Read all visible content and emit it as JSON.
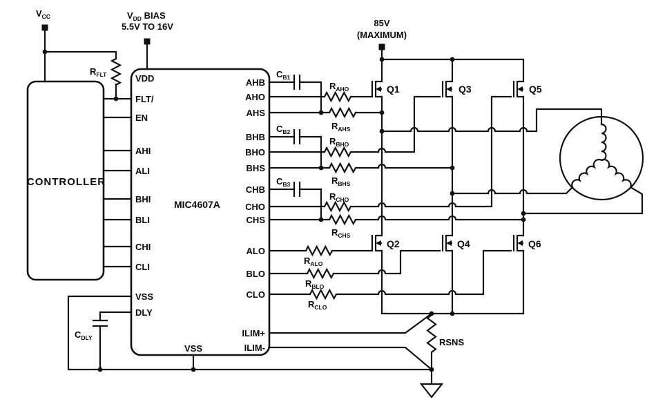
{
  "supplies": {
    "vcc": {
      "sym": "V",
      "sub": "CC"
    },
    "vdd": {
      "sym": "V",
      "sub": "DD",
      "rest": " BIAS",
      "range": "5.5V TO 16V"
    },
    "hv": {
      "value": "85V",
      "qualifier": "(MAXIMUM)"
    }
  },
  "controller": {
    "label": "CONTROLLER"
  },
  "ic": {
    "part_number": "MIC4607A",
    "pins": {
      "left": [
        "VDD",
        "FLT/",
        "EN",
        "AHI",
        "ALI",
        "BHI",
        "BLI",
        "CHI",
        "CLI",
        "VSS",
        "DLY"
      ],
      "right": [
        "AHB",
        "AHO",
        "AHS",
        "BHB",
        "BHO",
        "BHS",
        "CHB",
        "CHO",
        "CHS",
        "ALO",
        "BLO",
        "CLO",
        "ILIM+",
        "ILIM-"
      ],
      "bottom": "VSS"
    }
  },
  "capacitors": {
    "cb1": {
      "sym": "C",
      "sub": "B1"
    },
    "cb2": {
      "sym": "C",
      "sub": "B2"
    },
    "cb3": {
      "sym": "C",
      "sub": "B3"
    },
    "cdly": {
      "sym": "C",
      "sub": "DLY"
    }
  },
  "resistors": {
    "rflt": {
      "sym": "R",
      "sub": "FLT"
    },
    "raho": {
      "sym": "R",
      "sub": "AHO"
    },
    "rahs": {
      "sym": "R",
      "sub": "AHS"
    },
    "rbho": {
      "sym": "R",
      "sub": "BHO"
    },
    "rbhs": {
      "sym": "R",
      "sub": "BHS"
    },
    "rcho": {
      "sym": "R",
      "sub": "CHO"
    },
    "rchs": {
      "sym": "R",
      "sub": "CHS"
    },
    "ralo": {
      "sym": "R",
      "sub": "ALO"
    },
    "rblo": {
      "sym": "R",
      "sub": "BLO"
    },
    "rclo": {
      "sym": "R",
      "sub": "CLO"
    },
    "rsns": {
      "label": "RSNS"
    }
  },
  "transistors": {
    "q1": "Q1",
    "q2": "Q2",
    "q3": "Q3",
    "q4": "Q4",
    "q5": "Q5",
    "q6": "Q6"
  }
}
